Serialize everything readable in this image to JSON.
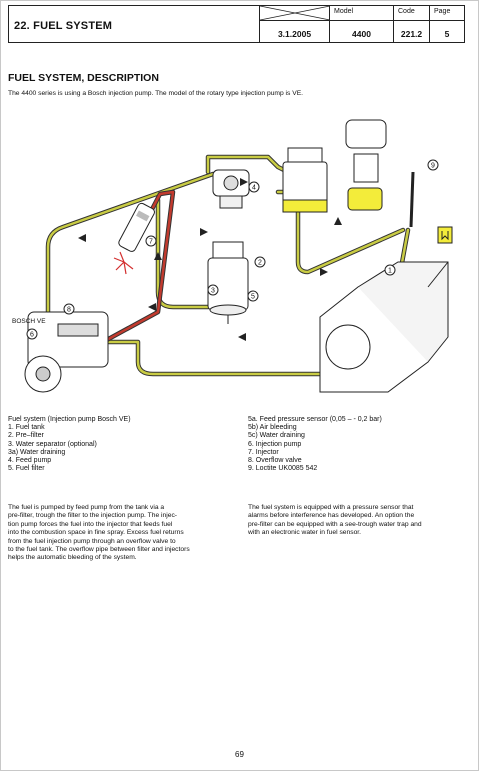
{
  "header": {
    "section_title": "22. FUEL SYSTEM",
    "date": "3.1.2005",
    "model_label": "Model",
    "model_value": "4400",
    "code_label": "Code",
    "code_value": "221.2",
    "page_label": "Page",
    "page_value": "5"
  },
  "heading": "FUEL SYSTEM, DESCRIPTION",
  "intro": "The 4400 series is using a Bosch injection pump. The model of the rotary type injection pump is VE.",
  "diagram": {
    "pump_label": "BOSCH VE",
    "callouts": [
      "1",
      "2",
      "3",
      "4",
      "5",
      "6",
      "7",
      "8",
      "9"
    ],
    "colors": {
      "pressure_line": "#b5b833",
      "feed_line": "#b5b833",
      "injector_line": "#c23a2e",
      "spray": "#d32f2f",
      "filter_band": "#f3ec3a"
    }
  },
  "legend_left": [
    "Fuel system (Injection pump Bosch VE)",
    "1. Fuel tank",
    "2. Pre–filter",
    "3. Water separator (optional)",
    "3a) Water draining",
    "4. Feed pump",
    "5. Fuel filter"
  ],
  "legend_right": [
    "5a. Feed pressure sensor (0,05 – - 0,2 bar)",
    "5b) Air bleeding",
    "5c) Water draining",
    "6. Injection pump",
    "7. Injector",
    "8. Overflow valve",
    "9. Loctite UK0085 542"
  ],
  "para_left": [
    "The fuel is pumped by feed pump from the tank via a",
    "pre-filter, trough the filter to the injection pump. The injec-",
    "tion pump forces the fuel into the injector that feeds fuel",
    "into the combustion space in fine spray. Excess fuel returns",
    "from the fuel injection pump through an overflow valve to",
    "to the fuel tank. The overflow pipe between filter and injectors",
    "helps the automatic bleeding of the system."
  ],
  "para_right": [
    "The fuel system is equipped with a pressure sensor that",
    "alarms before interference has developed. An option the",
    "pre-filter can be equipped with a see-trough water trap and",
    "with an electronic water in fuel sensor."
  ],
  "page_number": "69"
}
